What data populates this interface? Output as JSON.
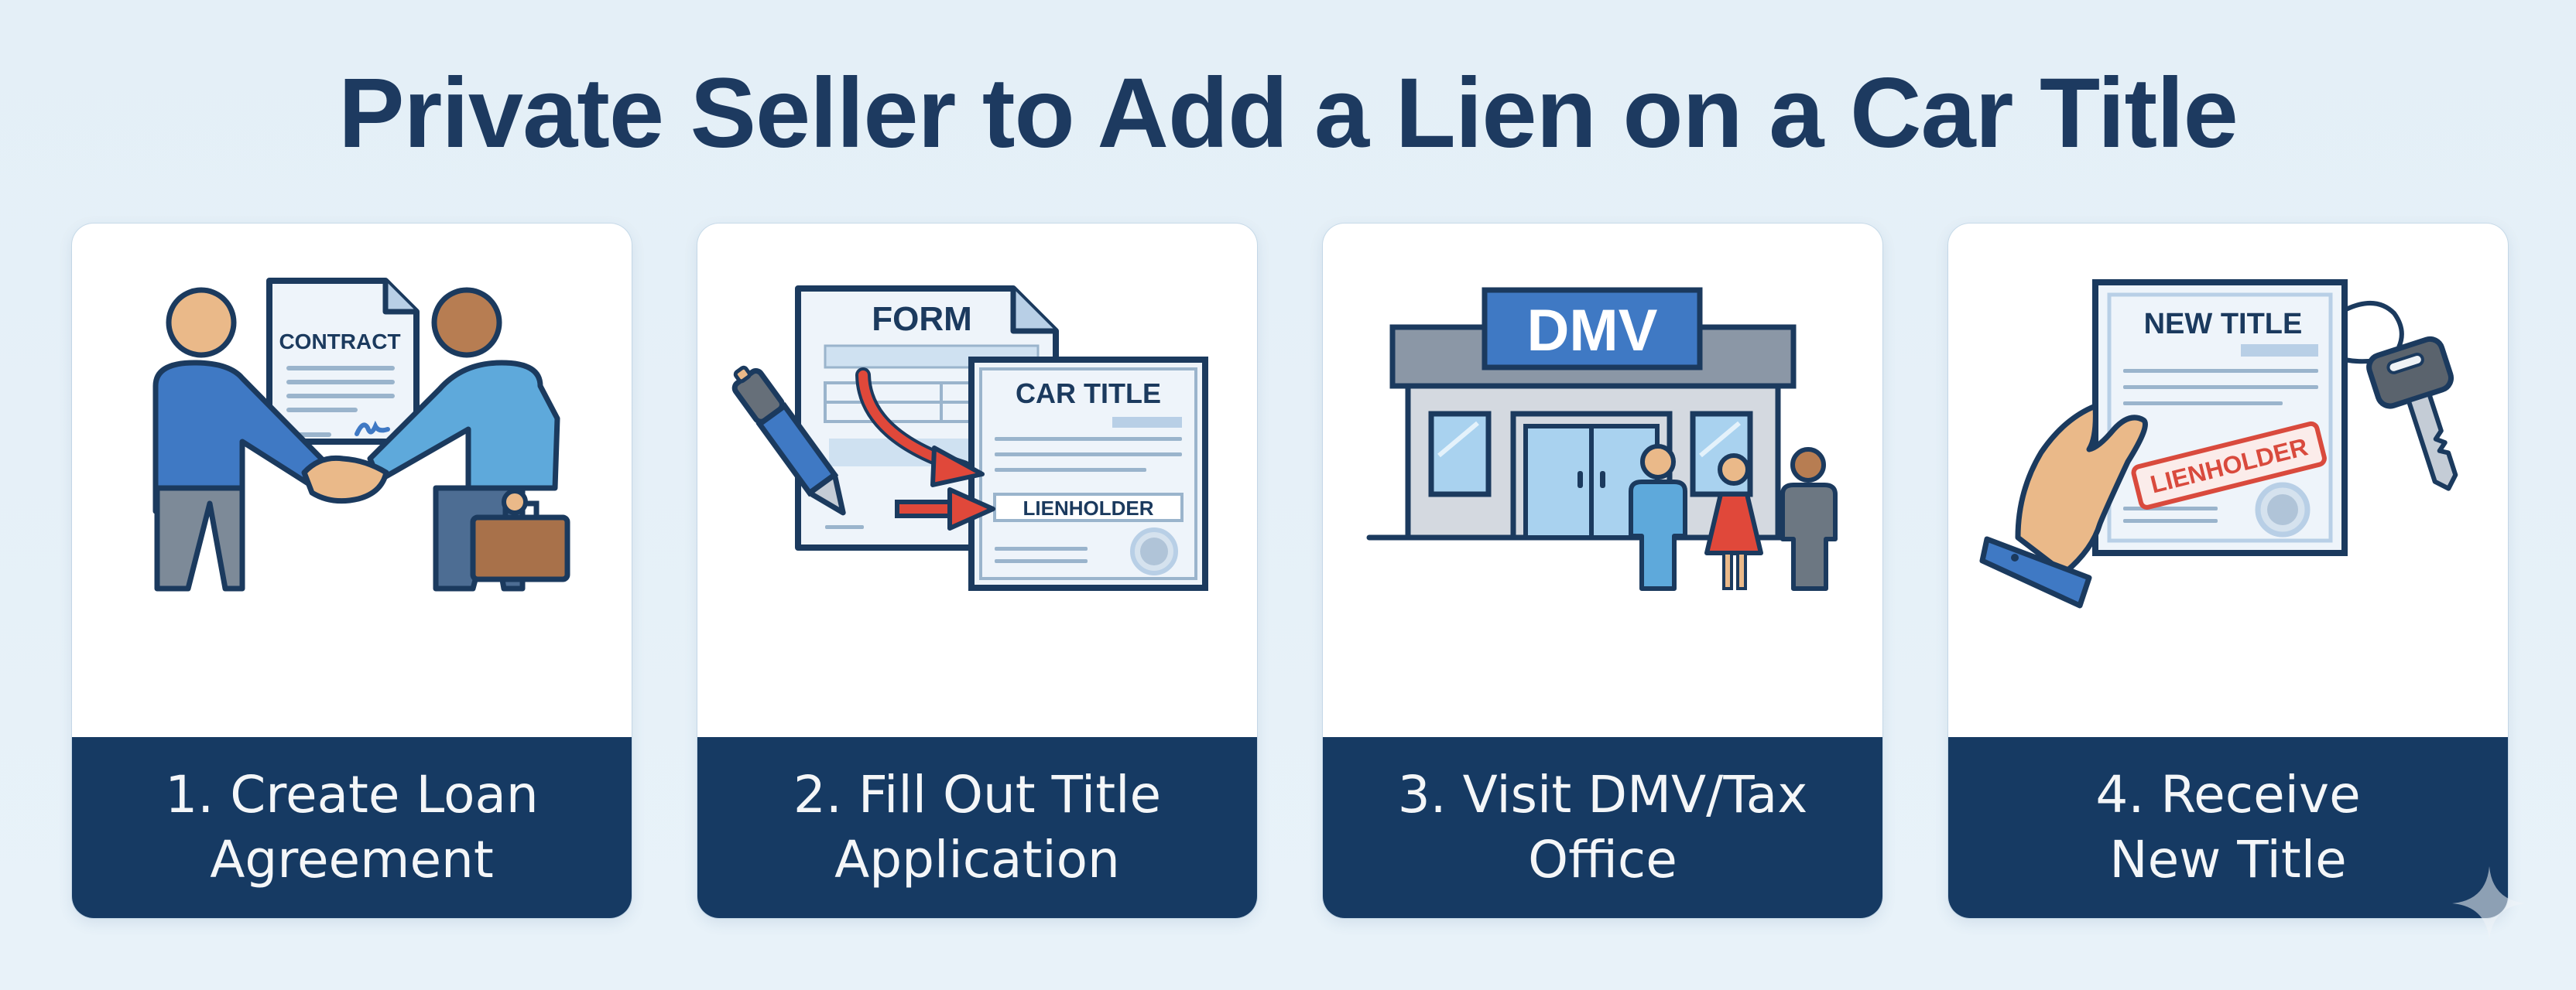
{
  "title": "Private Seller to Add a Lien on a Car Title",
  "colors": {
    "background": "#e6f1f8",
    "title": "#1d3a60",
    "label_band": "#163a63",
    "label_text": "#f4f6f8",
    "outline": "#1b3a5e",
    "accent_red": "#e0483a",
    "accent_blue": "#3f79c4"
  },
  "steps": [
    {
      "number": "1.",
      "label_line1": "1. Create Loan",
      "label_line2": "Agreement",
      "icon": "handshake-contract-icon",
      "doc_text": "CONTRACT"
    },
    {
      "number": "2.",
      "label_line1": "2. Fill Out Title",
      "label_line2": "Application",
      "icon": "form-to-title-icon",
      "form_text": "FORM",
      "title_text": "CAR TITLE",
      "field_text": "LIENHOLDER"
    },
    {
      "number": "3.",
      "label_line1": "3. Visit DMV/Tax",
      "label_line2": "Office",
      "icon": "dmv-building-icon",
      "sign_text": "DMV"
    },
    {
      "number": "4.",
      "label_line1": "4. Receive",
      "label_line2": "New Title",
      "icon": "new-title-keys-icon",
      "title_text": "NEW TITLE",
      "stamp_text": "LIENHOLDER"
    }
  ],
  "watermark": "sparkle-icon"
}
